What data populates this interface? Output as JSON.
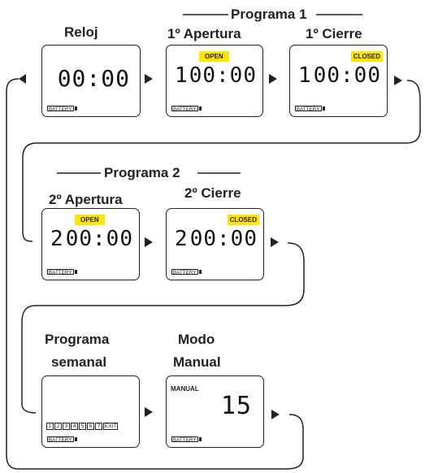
{
  "headings": {
    "programa1": "Programa 1",
    "programa2": "Programa 2"
  },
  "labels": {
    "reloj": "Reloj",
    "apertura1": "1º Apertura",
    "cierre1": "1º Cierre",
    "apertura2": "2º Apertura",
    "cierre2": "2º Cierre",
    "semanal_line1": "Programa",
    "semanal_line2": "semanal",
    "manual_line1": "Modo",
    "manual_line2": "Manual"
  },
  "screens": {
    "clock": {
      "time": "00:00"
    },
    "p1_open": {
      "prefix": "1",
      "time": "00:00",
      "badge": "OPEN"
    },
    "p1_close": {
      "prefix": "1",
      "time": "00:00",
      "badge": "CLOSED"
    },
    "p2_open": {
      "prefix": "2",
      "time": "00:00",
      "badge": "OPEN"
    },
    "p2_close": {
      "prefix": "2",
      "time": "00:00",
      "badge": "CLOSED"
    },
    "weekly": {
      "days": [
        "1",
        "2",
        "3",
        "4",
        "5",
        "6",
        "7",
        "EXIT"
      ]
    },
    "manual": {
      "tag": "MANUAL",
      "value": "15"
    }
  },
  "battery_text": "BATTERY",
  "colors": {
    "badge": "#ffe600",
    "line": "#222222"
  }
}
